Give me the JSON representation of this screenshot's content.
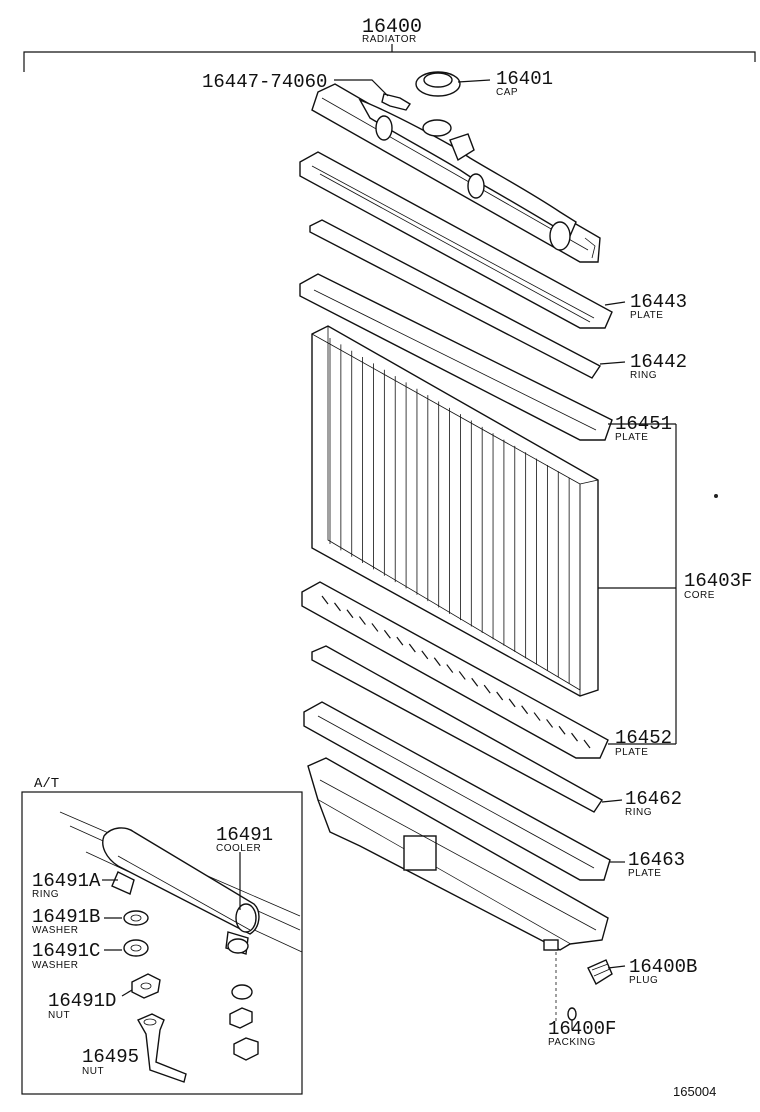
{
  "diagram": {
    "assembly": {
      "number": "16400",
      "name": "RADIATOR"
    },
    "parts": {
      "bolt": {
        "number": "16447-74060"
      },
      "cap": {
        "number": "16401",
        "name": "CAP"
      },
      "upper_plate": {
        "number": "16443",
        "name": "PLATE"
      },
      "upper_ring": {
        "number": "16442",
        "name": "RING"
      },
      "core_upper_plate": {
        "number": "16451",
        "name": "PLATE"
      },
      "core": {
        "number": "16403F",
        "name": "CORE"
      },
      "core_lower_plate": {
        "number": "16452",
        "name": "PLATE"
      },
      "lower_ring": {
        "number": "16462",
        "name": "RING"
      },
      "lower_plate": {
        "number": "16463",
        "name": "PLATE"
      },
      "plug": {
        "number": "16400B",
        "name": "PLUG"
      },
      "packing": {
        "number": "16400F",
        "name": "PACKING"
      }
    },
    "inset": {
      "title": "A/T",
      "parts": {
        "cooler": {
          "number": "16491",
          "name": "COOLER"
        },
        "ring": {
          "number": "16491A",
          "name": "RING"
        },
        "washer_b": {
          "number": "16491B",
          "name": "WASHER"
        },
        "washer_c": {
          "number": "16491C",
          "name": "WASHER"
        },
        "nut_d": {
          "number": "16491D",
          "name": "NUT"
        },
        "nut": {
          "number": "16495",
          "name": "NUT"
        }
      }
    },
    "reference": "165004"
  }
}
